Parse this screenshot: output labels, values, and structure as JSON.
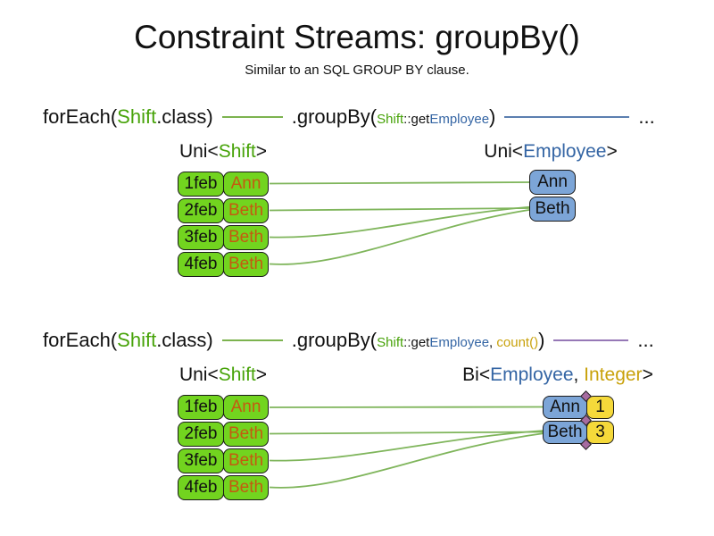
{
  "title": "Constraint Streams: groupBy()",
  "subtitle": "Similar to an SQL GROUP BY clause.",
  "colors": {
    "shift_green_box": "#72D41F",
    "employee_blue_box": "#7CA5D7",
    "integer_yellow_box": "#F5D93A",
    "employee_name_orange_text": "#C45A10",
    "shift_green_text": "#47A309",
    "employee_blue_text": "#3465A4",
    "integer_gold_text": "#C9A20C",
    "uni_shift_stream_line": "#7CB34F",
    "uni_employee_stream_line": "#5B7FB0",
    "bi_stream_line": "#9678B6",
    "pair_diamond": "#A66BA0"
  },
  "section1": {
    "code": {
      "foreach": {
        "pre": "forEach(",
        "cls": "Shift",
        "post": ".class)"
      },
      "groupby": {
        "pre": ".groupBy(",
        "arg_class": "Shift",
        "arg_sep": "::get",
        "arg_prop": "Employee",
        "post": ")"
      },
      "ellipsis": "..."
    },
    "left_label": {
      "pre": "Uni<",
      "type": "Shift",
      "post": ">"
    },
    "right_label": {
      "pre": "Uni<",
      "type": "Employee",
      "post": ">"
    },
    "rows": [
      {
        "date": "1feb",
        "employee": "Ann"
      },
      {
        "date": "2feb",
        "employee": "Beth"
      },
      {
        "date": "3feb",
        "employee": "Beth"
      },
      {
        "date": "4feb",
        "employee": "Beth"
      }
    ],
    "groups": [
      {
        "employee": "Ann"
      },
      {
        "employee": "Beth"
      }
    ]
  },
  "section2": {
    "code": {
      "foreach": {
        "pre": "forEach(",
        "cls": "Shift",
        "post": ".class)"
      },
      "groupby": {
        "pre": ".groupBy(",
        "arg_class": "Shift",
        "arg_sep": "::get",
        "arg_prop": "Employee",
        "comma": ", ",
        "arg2": "count()",
        "post": ")"
      },
      "ellipsis": "..."
    },
    "left_label": {
      "pre": "Uni<",
      "type": "Shift",
      "post": ">"
    },
    "right_label": {
      "pre": "Bi<",
      "type1": "Employee",
      "comma": ", ",
      "type2": "Integer",
      "post": ">"
    },
    "rows": [
      {
        "date": "1feb",
        "employee": "Ann"
      },
      {
        "date": "2feb",
        "employee": "Beth"
      },
      {
        "date": "3feb",
        "employee": "Beth"
      },
      {
        "date": "4feb",
        "employee": "Beth"
      }
    ],
    "groups": [
      {
        "employee": "Ann",
        "count": "1"
      },
      {
        "employee": "Beth",
        "count": "3"
      }
    ]
  }
}
